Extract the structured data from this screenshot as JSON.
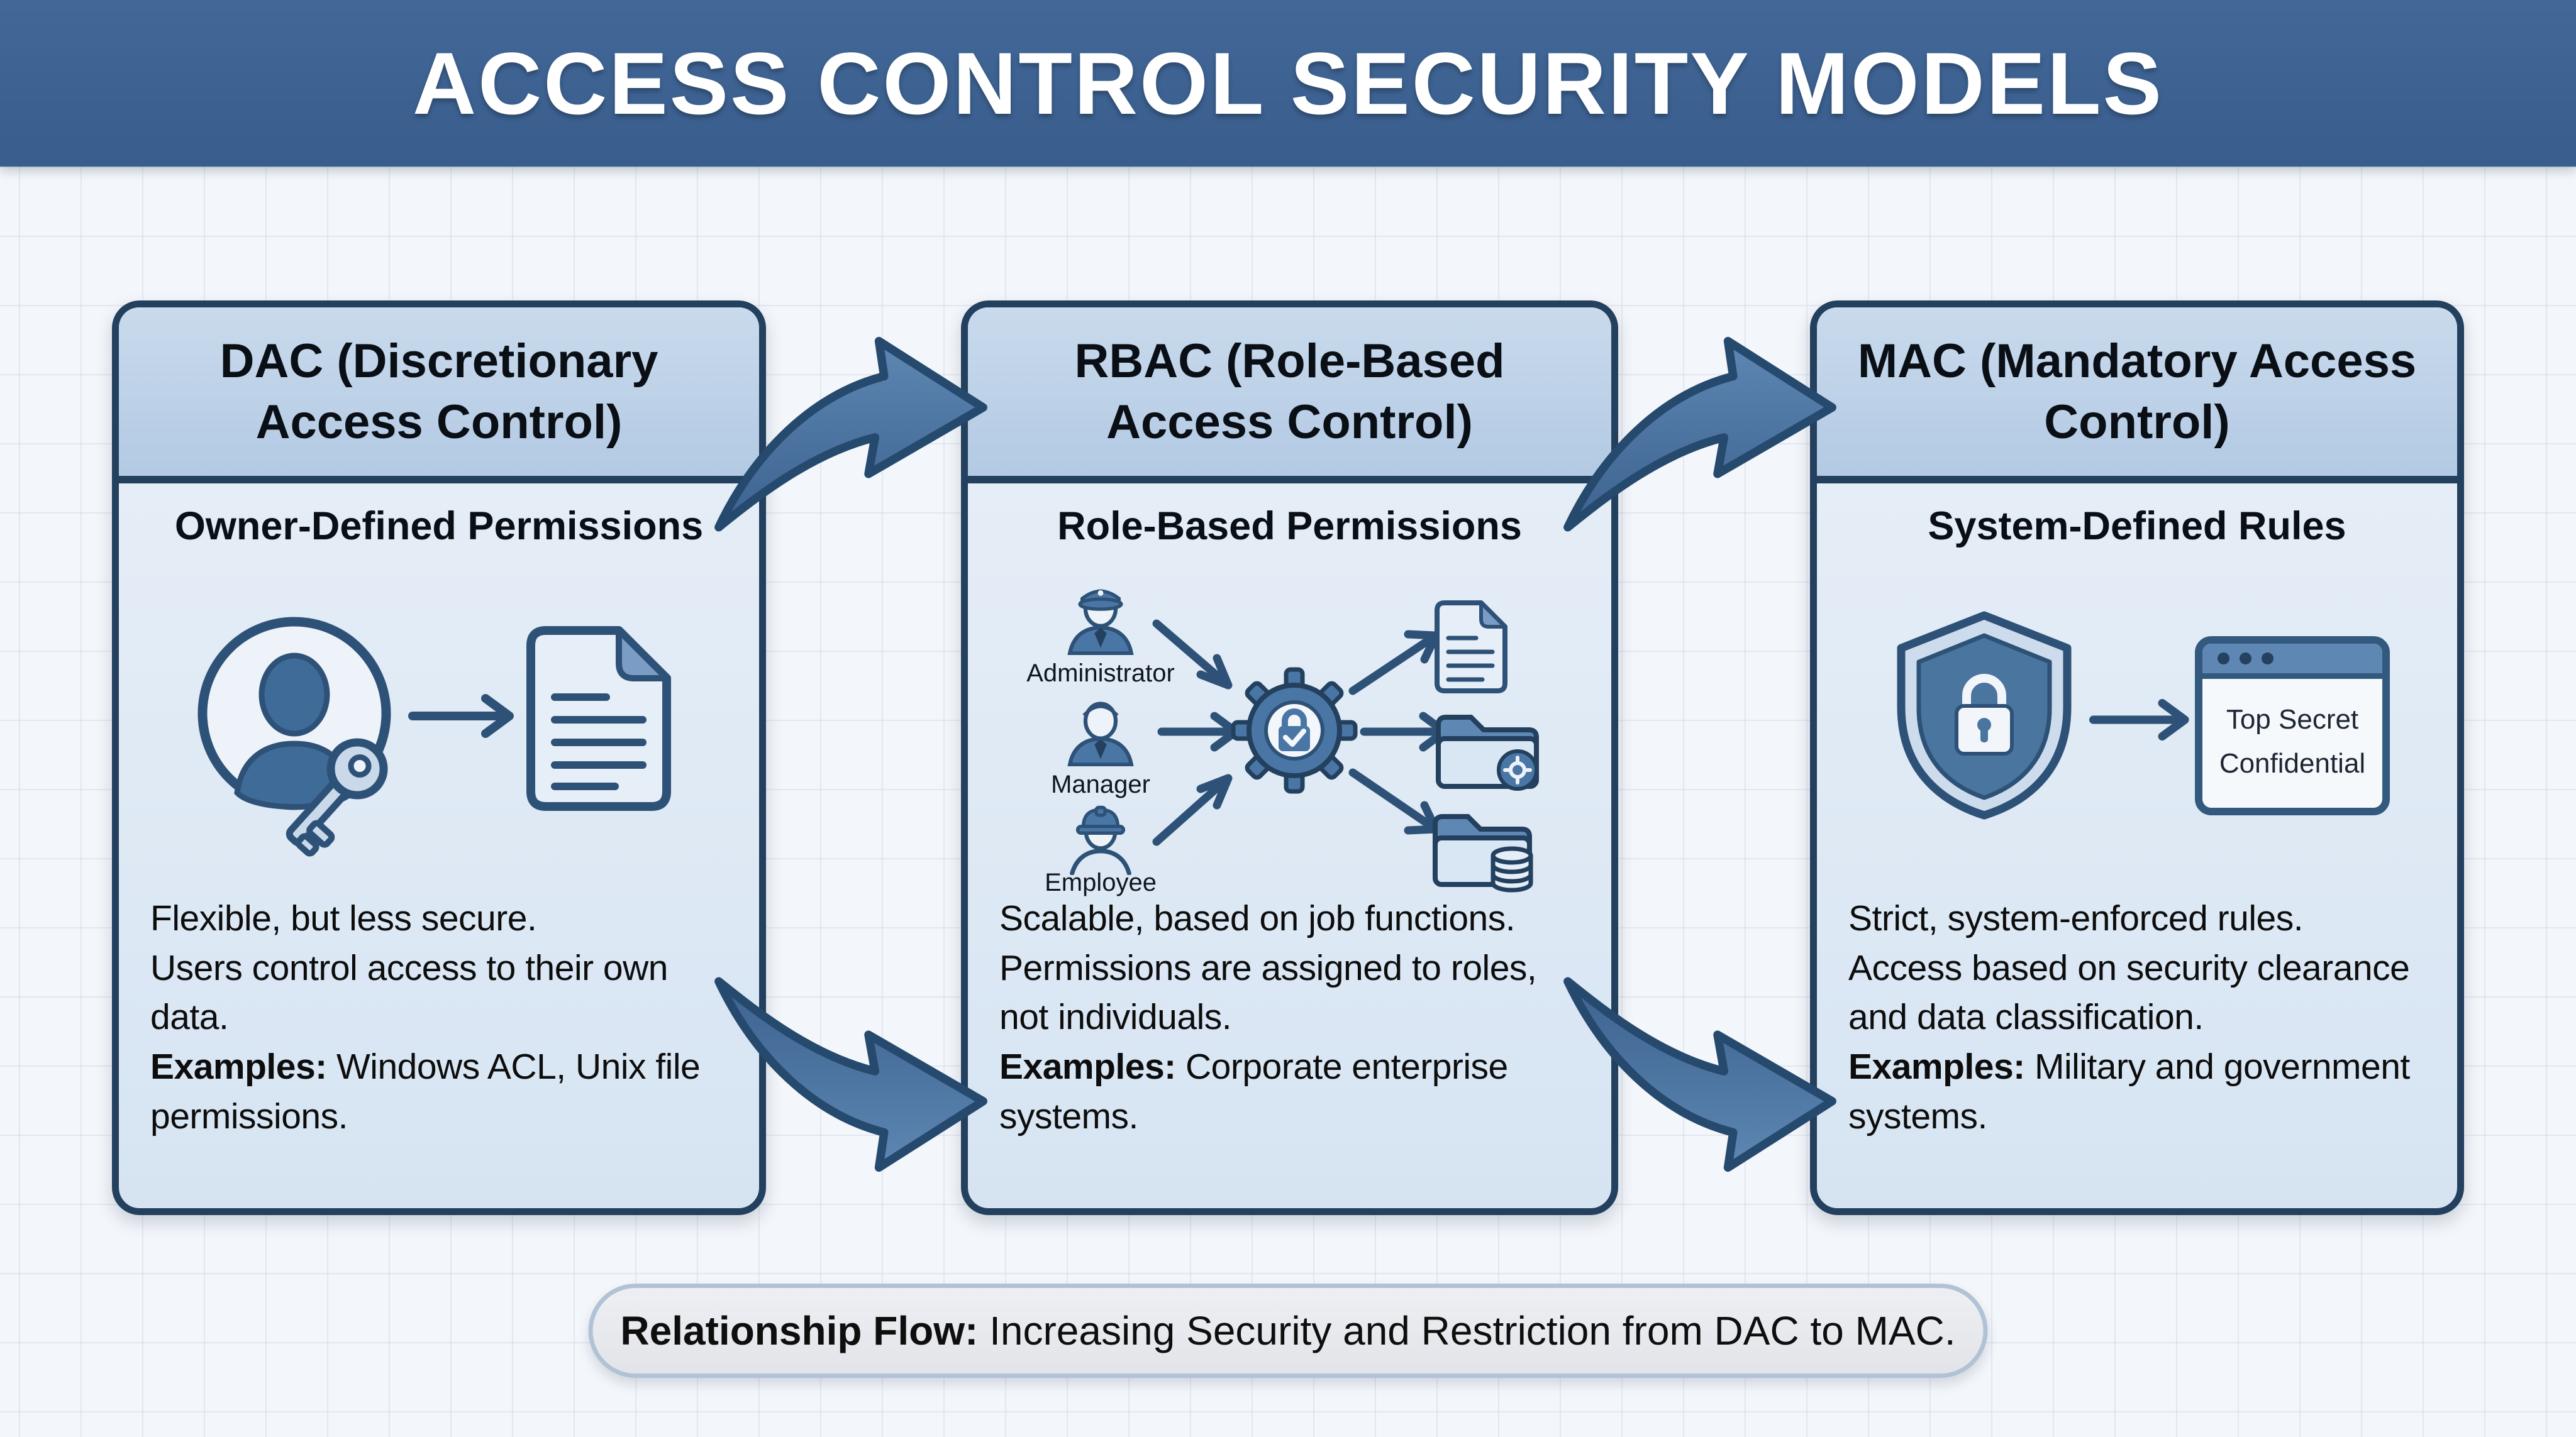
{
  "title": "ACCESS CONTROL SECURITY MODELS",
  "cards": [
    {
      "id": "dac",
      "title": "DAC (Discretionary Access Control)",
      "subtitle": "Owner-Defined Permissions",
      "lines": [
        "Flexible, but less secure.",
        "Users control access to their own data."
      ],
      "examples_label": "Examples:",
      "examples": " Windows ACL, Unix file permissions.",
      "icons": [
        "user-with-key-icon",
        "arrow-right-icon",
        "document-icon"
      ]
    },
    {
      "id": "rbac",
      "title": "RBAC (Role-Based Access Control)",
      "subtitle": "Role-Based Permissions",
      "roles": [
        "Administrator",
        "Manager",
        "Employee"
      ],
      "lines": [
        "Scalable, based on job functions.",
        "Permissions are assigned to roles, not individuals."
      ],
      "examples_label": "Examples:",
      "examples": " Corporate enterprise systems.",
      "icons": [
        "administrator-icon",
        "manager-icon",
        "employee-icon",
        "gear-lock-check-icon",
        "document-icon",
        "folder-gear-icon",
        "folder-database-icon"
      ]
    },
    {
      "id": "mac",
      "title": "MAC (Mandatory Access Control)",
      "subtitle": "System-Defined Rules",
      "window_labels": [
        "Top Secret",
        "Confidential"
      ],
      "lines": [
        "Strict, system-enforced rules.",
        "Access based on security clearance and data classification."
      ],
      "examples_label": "Examples:",
      "examples": " Military and government systems.",
      "icons": [
        "shield-lock-icon",
        "arrow-right-icon",
        "classified-window-icon"
      ]
    }
  ],
  "footer": {
    "label": "Relationship Flow:",
    "text": " Increasing Security and Restriction from DAC to MAC."
  },
  "colors": {
    "banner": "#3d6191",
    "card_border": "#23405e",
    "card_header": "#bdd1e7",
    "card_body": "#dfe9f4",
    "arrow_fill": "#4e7aab",
    "arrow_outline": "#26496e",
    "icon_blue": "#4a76a6",
    "pill_bg": "#e7e9ed",
    "pill_border": "#b1c2d5"
  }
}
